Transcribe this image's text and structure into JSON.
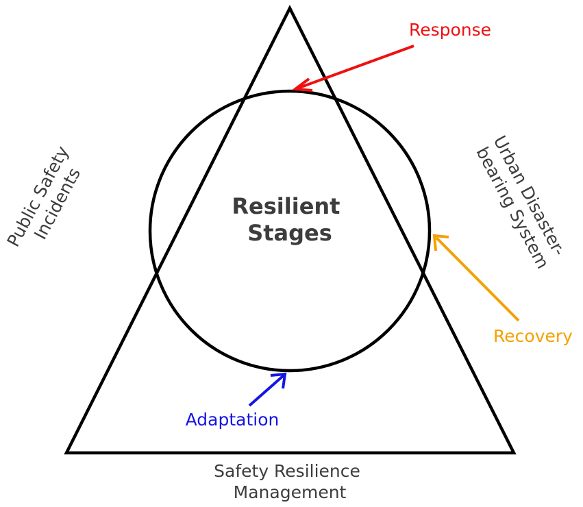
{
  "center": {
    "line1": "Resilient",
    "line2": "Stages"
  },
  "side_labels": {
    "left": [
      "Public Safety",
      "Incidents"
    ],
    "right": [
      "Urban Disaster-",
      "bearing System"
    ],
    "bottom": [
      "Safety Resilience",
      "Management"
    ]
  },
  "stages": {
    "response": {
      "label": "Response",
      "color": "#ee1111"
    },
    "recovery": {
      "label": "Recovery",
      "color": "#f5a000"
    },
    "adaptation": {
      "label": "Adaptation",
      "color": "#1515e6"
    }
  },
  "colors": {
    "outline": "#000000",
    "text": "#3d3d3d"
  }
}
